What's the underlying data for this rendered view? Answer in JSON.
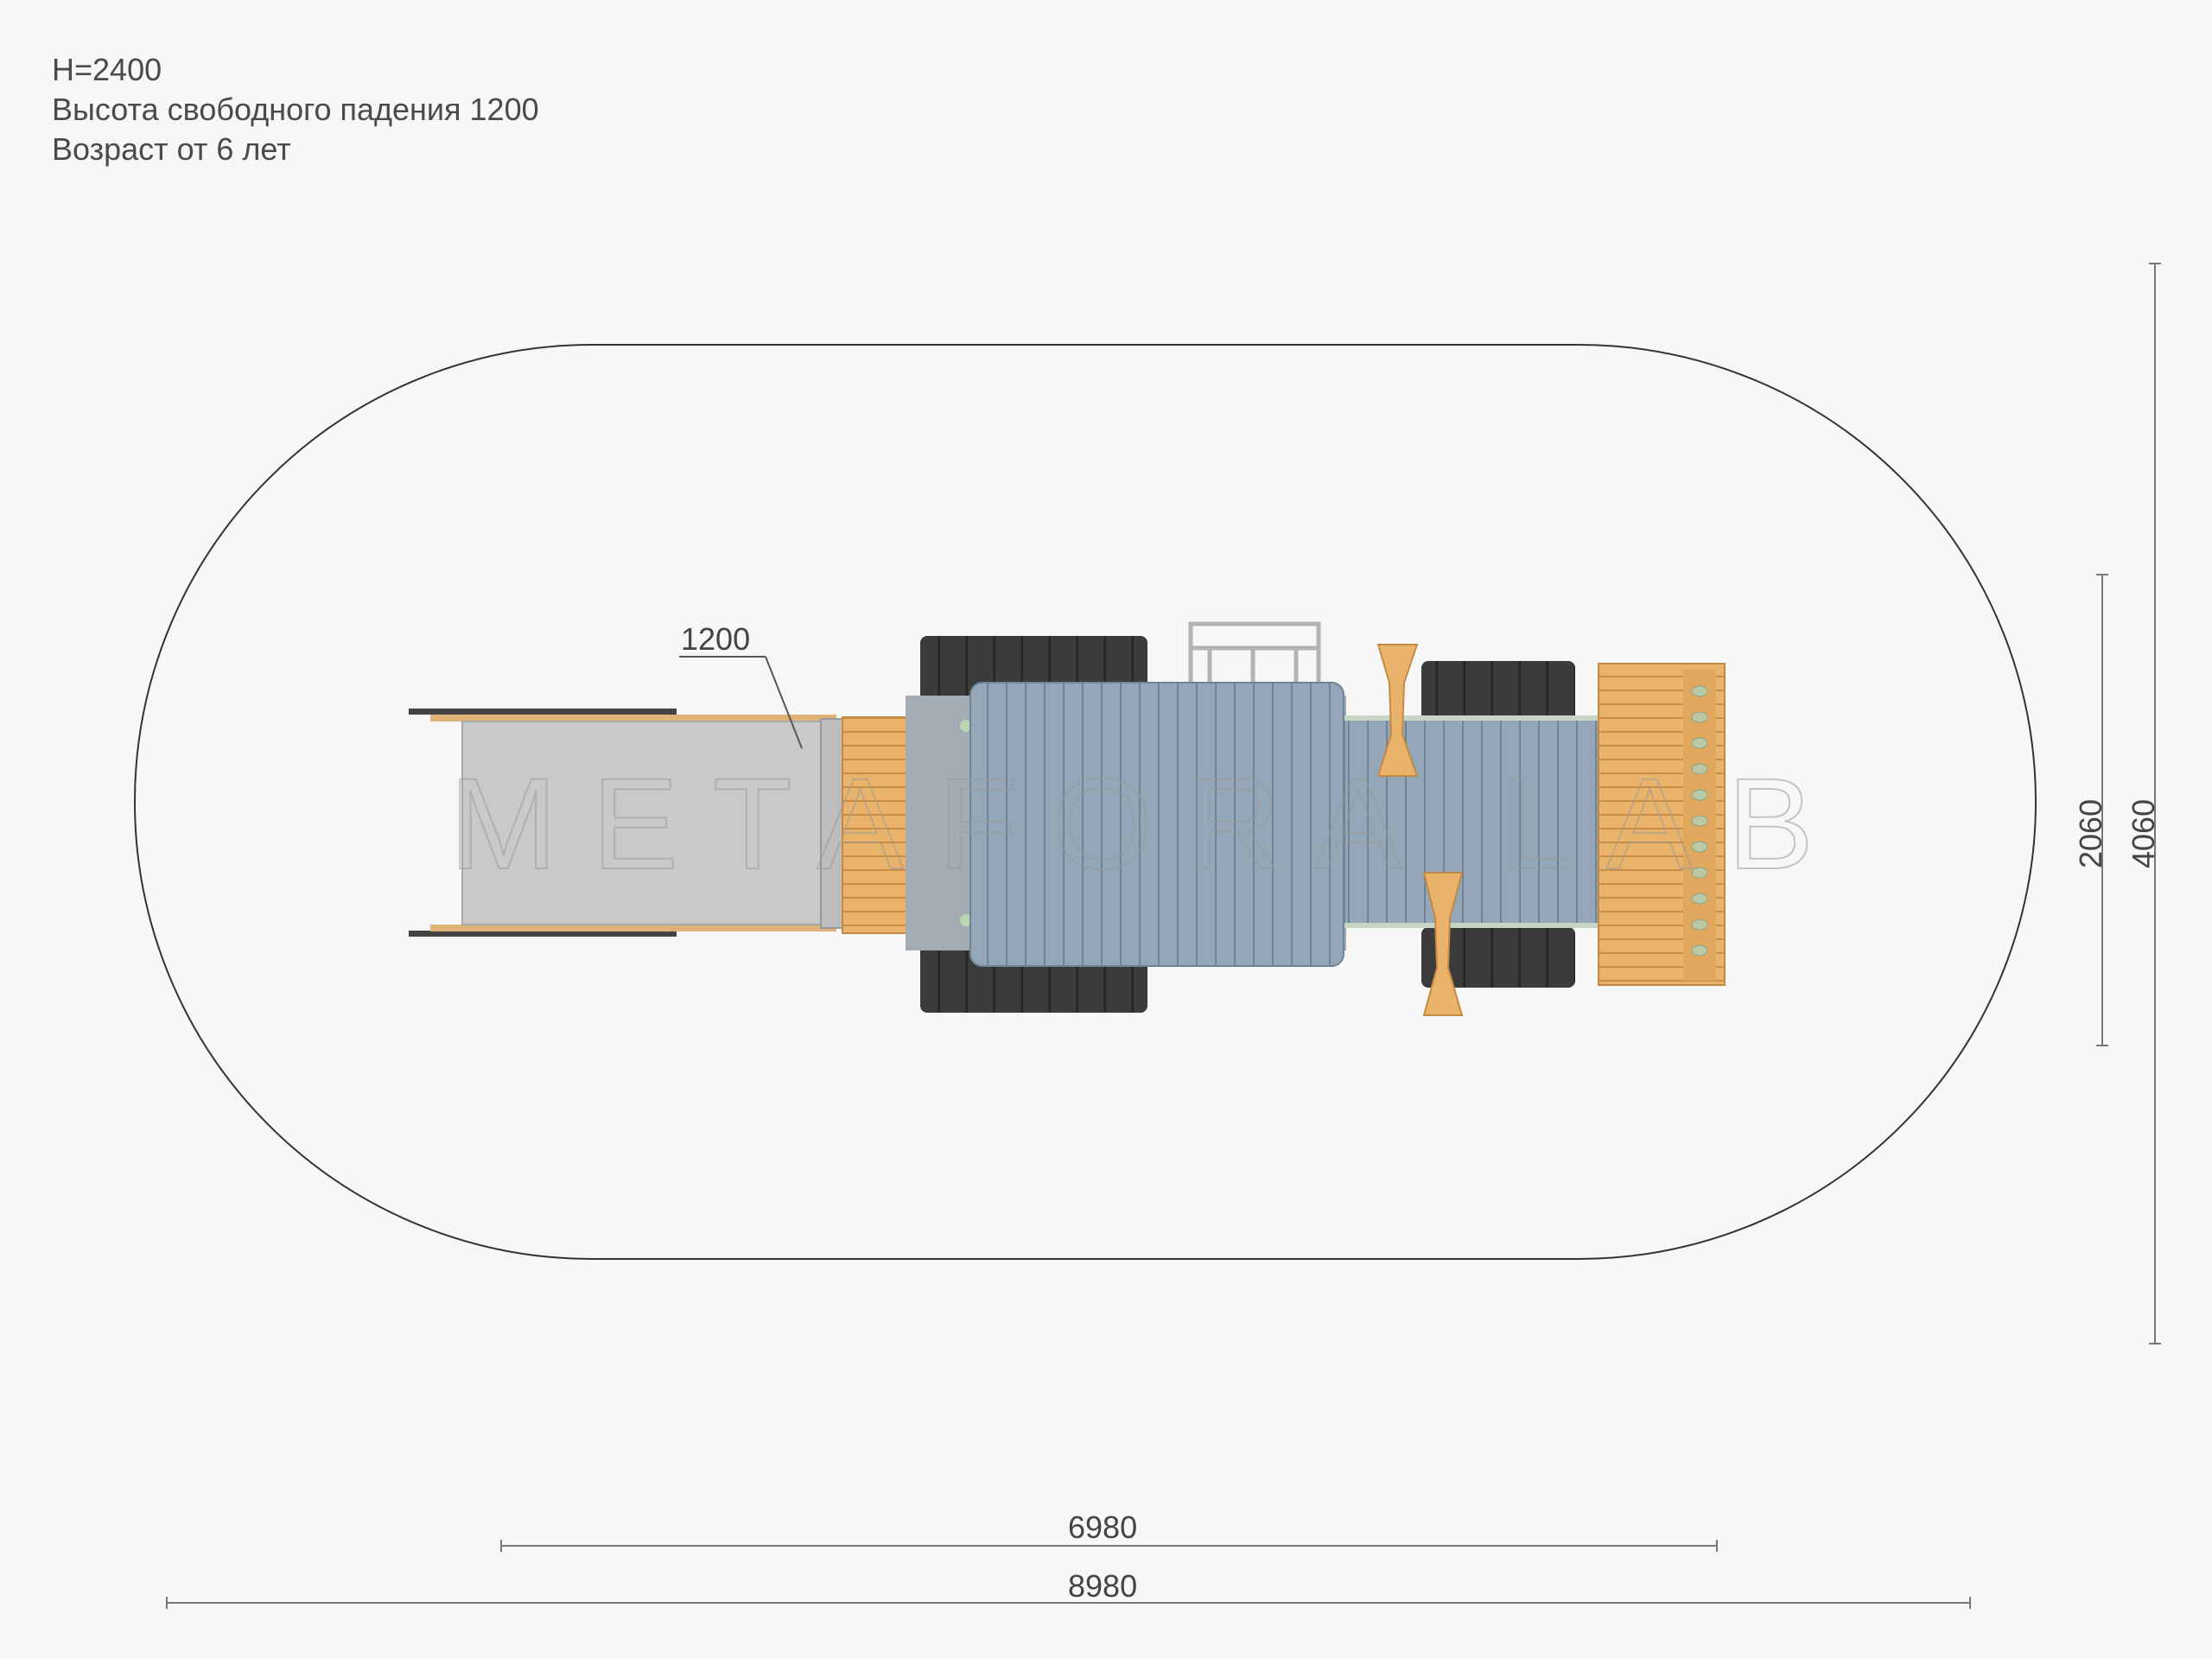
{
  "specs": {
    "height": "H=2400",
    "fall_height": "Высота свободного падения 1200",
    "age": "Возраст от 6 лет"
  },
  "dimensions": {
    "platform_height": "1200",
    "width_inner": "2060",
    "width_outer": "4060",
    "length_inner": "6980",
    "length_outer": "8980"
  },
  "watermark": "METAFORA LAB",
  "colors": {
    "background": "#f7f7f7",
    "safety_zone_outline": "#333333",
    "slide_metal": "#c9c9c9",
    "wood": "#e8b06a",
    "deck_blue": "#8fa3b4",
    "tire_black": "#3a3a3a",
    "rail_grey": "#b5b5b5"
  }
}
